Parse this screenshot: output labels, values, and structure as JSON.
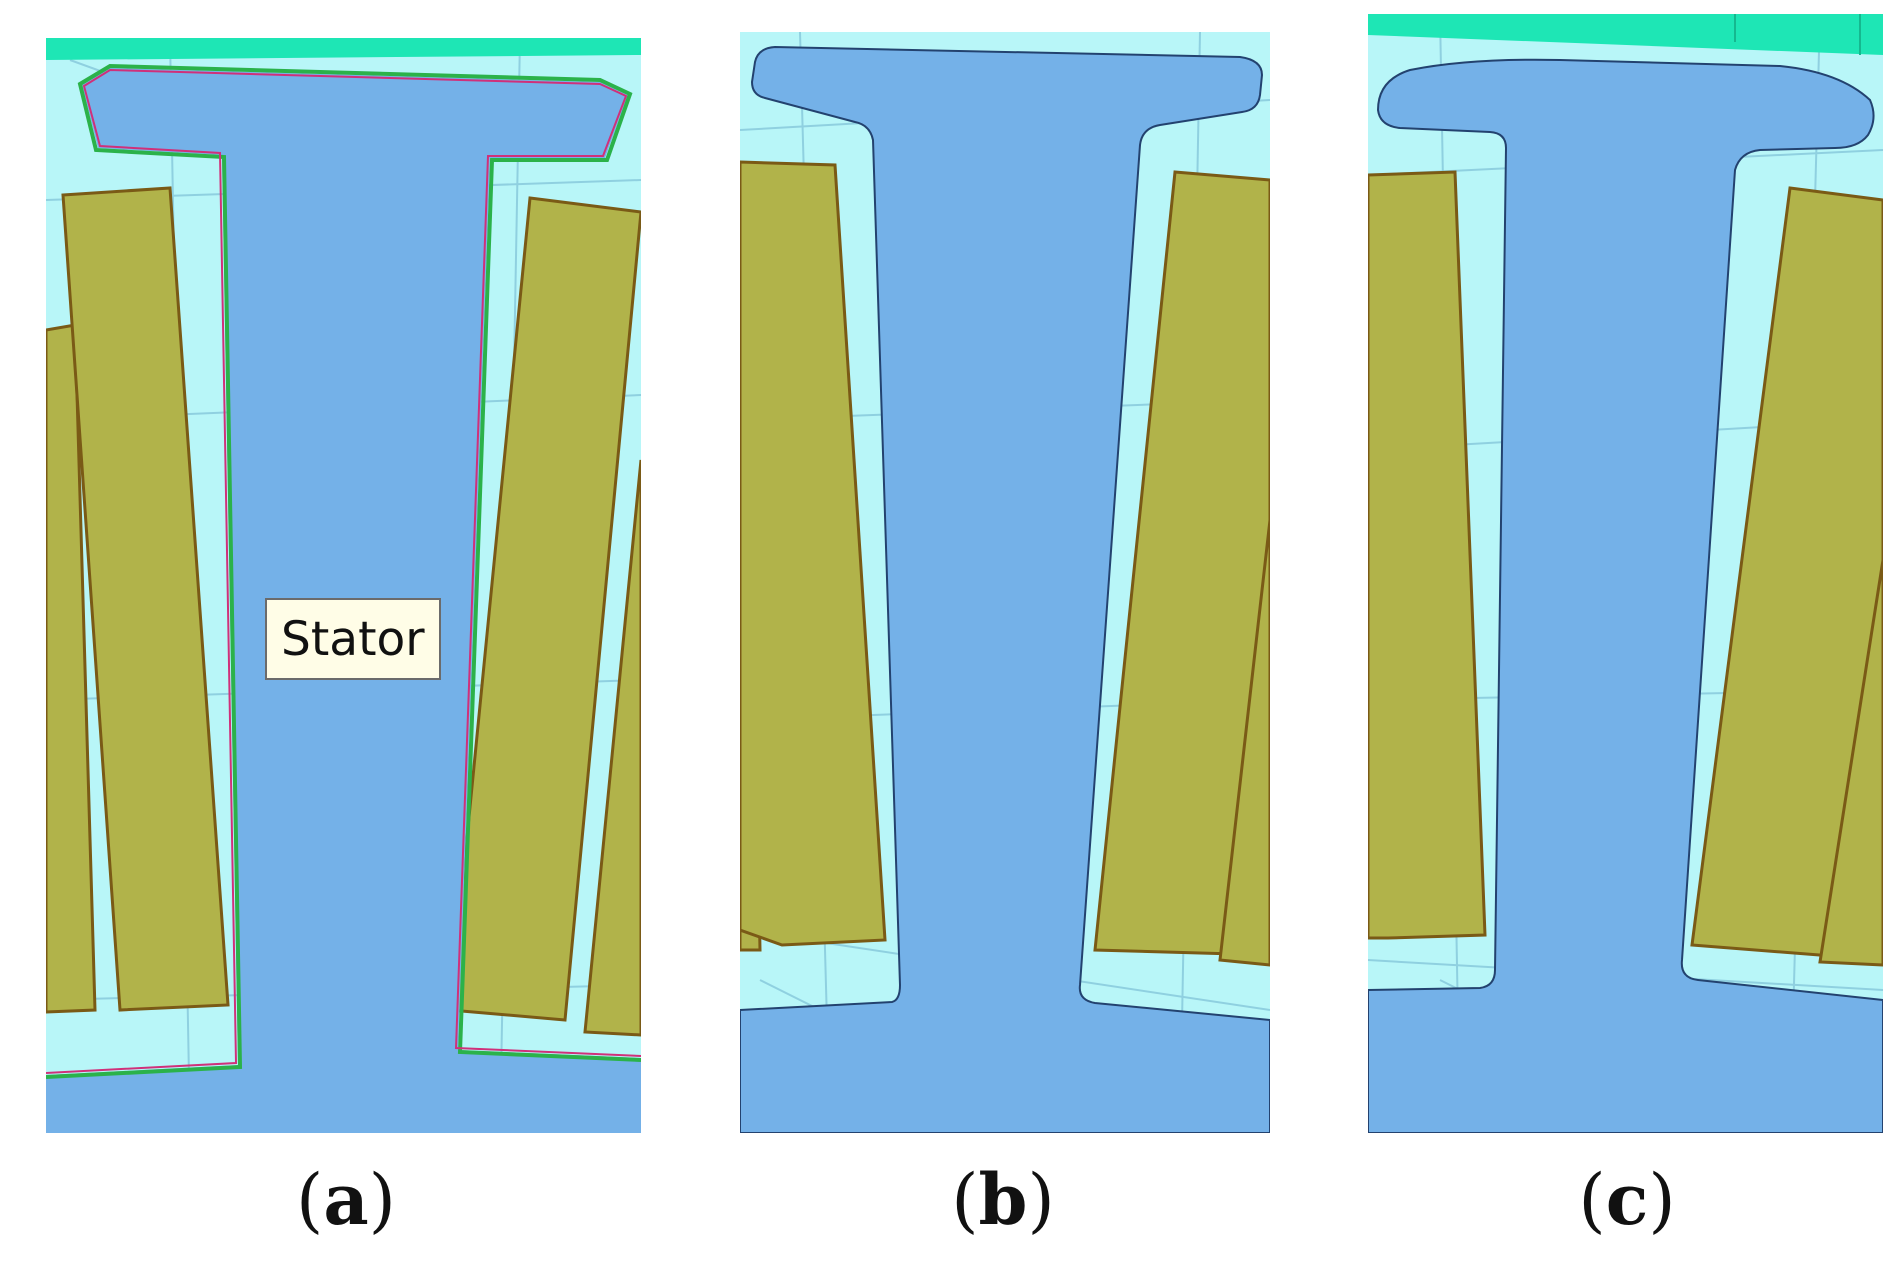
{
  "panels": [
    {
      "id": "a",
      "caption_open": "(",
      "caption_letter": "a",
      "caption_close": ")"
    },
    {
      "id": "b",
      "caption_open": "(",
      "caption_letter": "b",
      "caption_close": ")"
    },
    {
      "id": "c",
      "caption_open": "(",
      "caption_letter": "c",
      "caption_close": ")"
    }
  ],
  "tooltip_text": "Stator",
  "colors": {
    "air_gap": "#b8f6f8",
    "core": "#74b1e8",
    "coil": "#b1b34a",
    "coil_outline": "#7a5a16",
    "mesh_line": "#8fd0e0",
    "top_band": "#1ee6b5",
    "outline_green": "#2bb24a",
    "outline_magenta": "#d0307a",
    "outline_dark": "#23426f"
  }
}
